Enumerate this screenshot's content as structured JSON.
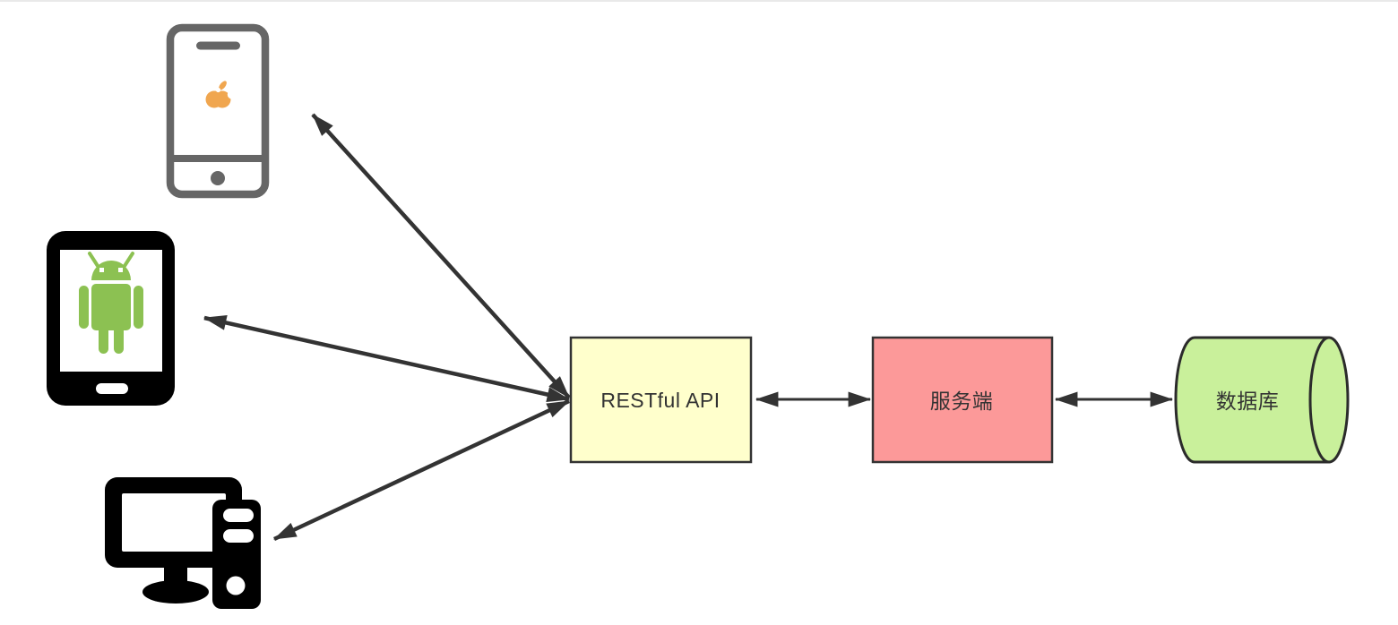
{
  "diagram": {
    "description": "Client devices to RESTful API to server to database architecture diagram",
    "edge_color": "#333333",
    "nodes": {
      "restful_api": {
        "label": "RESTful API",
        "shape": "rectangle",
        "fill": "#FFFFCC",
        "stroke": "#333333"
      },
      "server": {
        "label": "服务端",
        "shape": "rectangle",
        "fill": "#FC9999",
        "stroke": "#333333"
      },
      "database": {
        "label": "数据库",
        "shape": "horizontal-cylinder",
        "fill": "#C9F09B",
        "stroke": "#2b2b2b"
      },
      "iphone": {
        "icon": "iphone-icon",
        "frame_color": "#666666",
        "logo_color": "#F0A64F",
        "screen_color": "#ffffff"
      },
      "android_tablet": {
        "icon": "android-tablet-icon",
        "frame_color": "#000000",
        "robot_color": "#8CC152",
        "screen_color": "#ffffff"
      },
      "desktop": {
        "icon": "desktop-computer-icon",
        "color": "#000000",
        "screen_color": "#ffffff"
      }
    },
    "edges": [
      {
        "from": "iphone",
        "to": "restful_api",
        "style": "bidirectional-arrow"
      },
      {
        "from": "android_tablet",
        "to": "restful_api",
        "style": "bidirectional-arrow"
      },
      {
        "from": "desktop",
        "to": "restful_api",
        "style": "bidirectional-arrow"
      },
      {
        "from": "restful_api",
        "to": "server",
        "style": "bidirectional-arrow"
      },
      {
        "from": "server",
        "to": "database",
        "style": "bidirectional-arrow"
      }
    ]
  }
}
